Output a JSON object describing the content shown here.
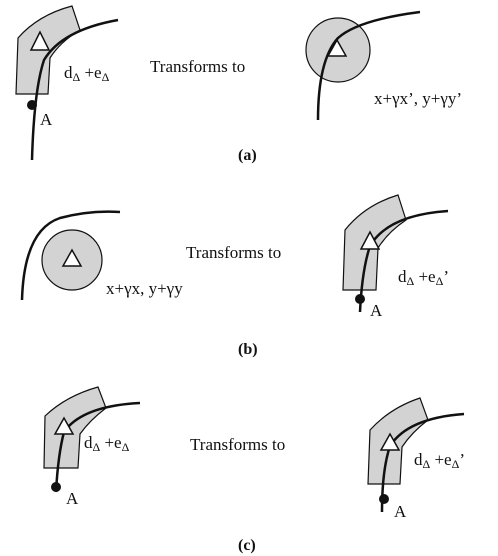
{
  "panels": [
    {
      "caption": "(a)",
      "transforms_label": "Transforms to",
      "left_label": {
        "base": "d",
        "sub1": "Δ",
        "mid": " +e",
        "sub2": "Δ",
        "tail": ""
      },
      "left_point": "A",
      "right_label": "x+γx’, y+γy’"
    },
    {
      "caption": "(b)",
      "transforms_label": "Transforms to",
      "left_label": "x+γx, y+γy",
      "right_label": {
        "base": "d",
        "sub1": "Δ",
        "mid": " +e",
        "sub2": "Δ",
        "tail": "’"
      },
      "right_point": "A"
    },
    {
      "caption": "(c)",
      "transforms_label": "Transforms to",
      "left_label": {
        "base": "d",
        "sub1": "Δ",
        "mid": " +e",
        "sub2": "Δ",
        "tail": ""
      },
      "left_point": "A",
      "right_label": {
        "base": "d",
        "sub1": "Δ",
        "mid": " +e",
        "sub2": "Δ",
        "tail": "’"
      },
      "right_point": "A"
    }
  ],
  "colors": {
    "fill": "#d3d3d3",
    "stroke": "#111111"
  }
}
